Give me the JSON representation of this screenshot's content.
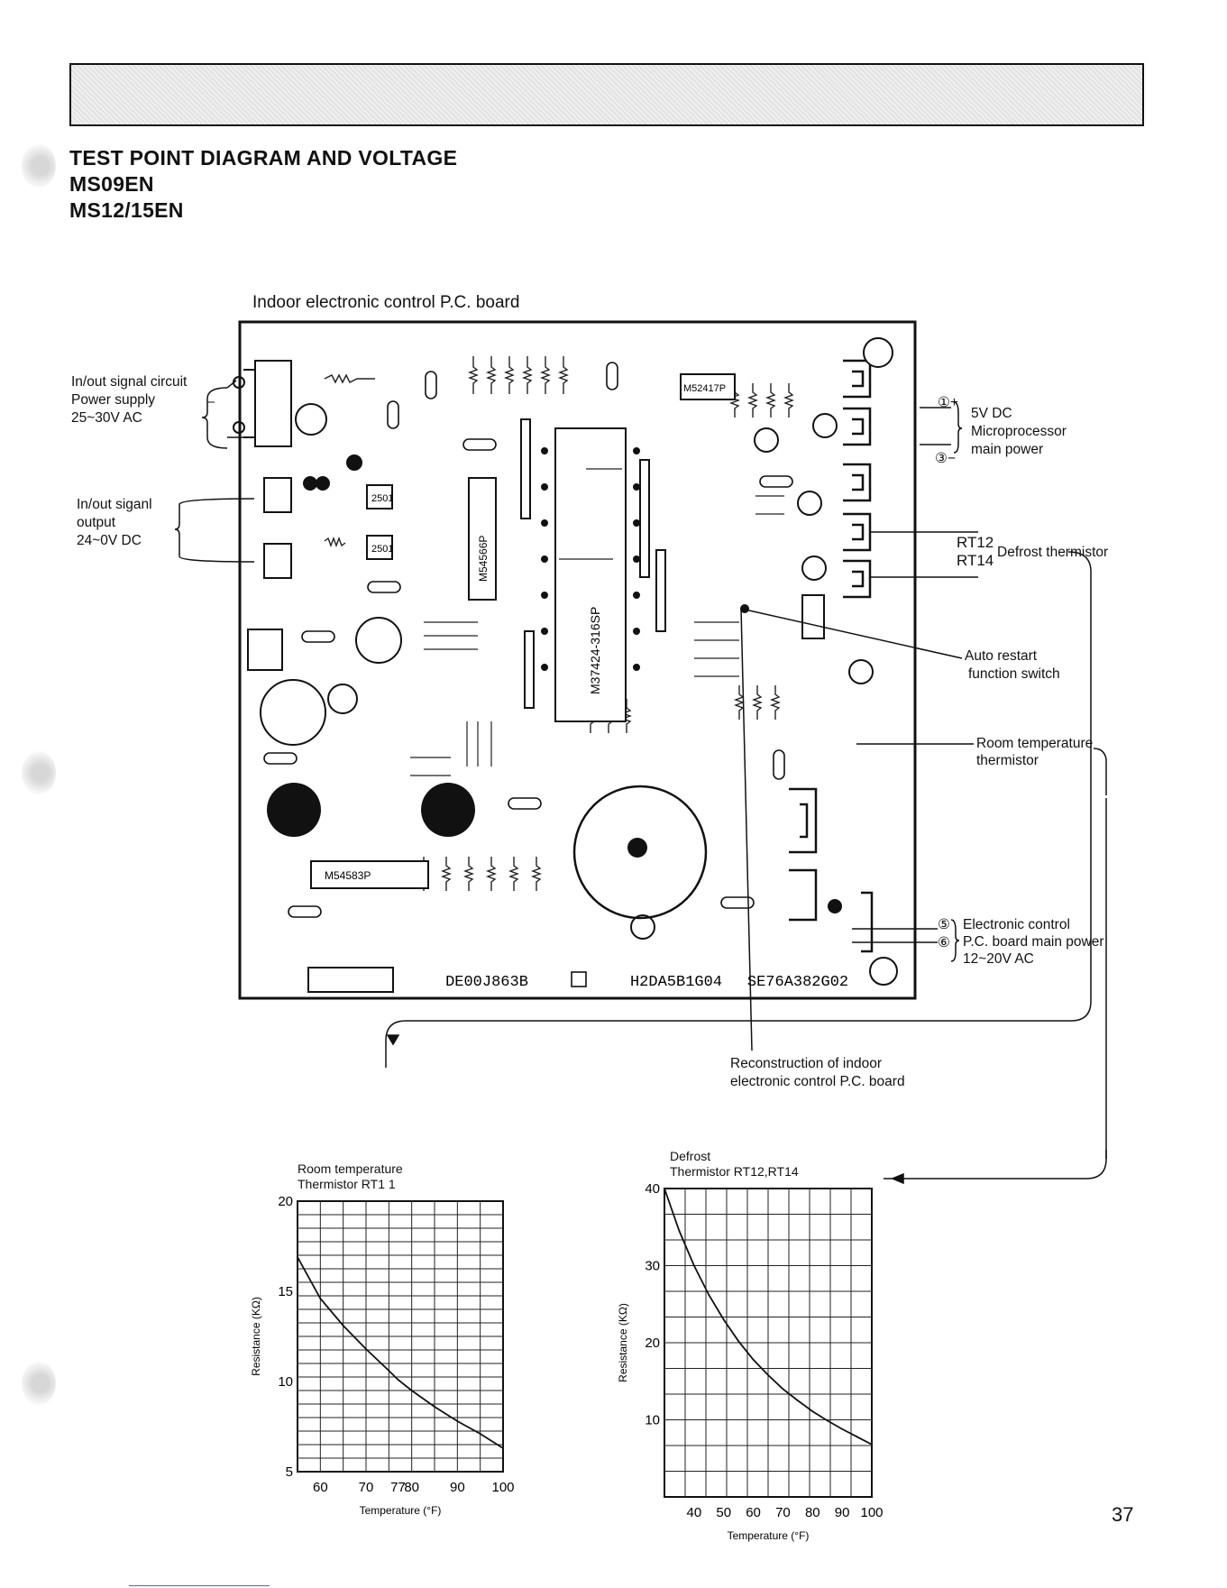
{
  "header": {
    "title_line1": "TEST POINT DIAGRAM AND VOLTAGE",
    "title_line2": "MS09EN",
    "title_line3": "MS12/15EN"
  },
  "board": {
    "label": "Indoor electronic control P.C. board",
    "codes": {
      "left": "DE00J863B",
      "middle": "H2DA5B1G04",
      "right": "SE76A382G02",
      "ic_main": "M37424-316SP",
      "ic_secondary": "M54566P",
      "ic_bottom": "M54583P",
      "ic_top": "M52417P"
    }
  },
  "annotations": {
    "signal_circuit": [
      "In/out signal circuit",
      "Power supply",
      "25~30V AC"
    ],
    "signal_output": [
      "In/out siganl",
      "output",
      "24~0V DC"
    ],
    "microprocessor": {
      "plus": "①+",
      "minus": "③−",
      "lines": [
        "5V DC",
        "Microprocessor",
        "main power"
      ]
    },
    "defrost": {
      "rt12": "RT12",
      "rt14": "RT14",
      "label": "Defrost thermistor"
    },
    "auto_restart": [
      "Auto restart",
      "function switch"
    ],
    "room_temp": [
      "Room temperature",
      "thermistor"
    ],
    "main_power": {
      "m5": "⑤",
      "m6": "⑥",
      "lines": [
        "Electronic control",
        "P.C. board main power",
        "12~20V AC"
      ]
    },
    "reconstruction": [
      "Reconstruction of indoor",
      "electronic control P.C. board"
    ]
  },
  "chart_data": [
    {
      "type": "line",
      "title": "Room temperature Thermistor RT11",
      "title_lines": [
        "Room temperature",
        "Thermistor RT1 1"
      ],
      "xlabel": "Temperature (°F)",
      "ylabel": "Resistance (KΩ)",
      "x_ticks": [
        "60",
        "70",
        "77",
        "80",
        "90",
        "100"
      ],
      "y_ticks": [
        "20",
        "15",
        "10",
        "5"
      ],
      "xlim": [
        55,
        100
      ],
      "ylim": [
        5,
        20
      ],
      "grid": true,
      "series": [
        {
          "x": [
            55,
            60,
            65,
            70,
            75,
            77,
            80,
            85,
            90,
            95,
            100
          ],
          "y": [
            16.9,
            14.6,
            13.1,
            11.8,
            10.6,
            10.1,
            9.5,
            8.6,
            7.8,
            7.1,
            6.3
          ]
        }
      ]
    },
    {
      "type": "line",
      "title": "Defrost Thermistor RT12,RT14",
      "title_lines": [
        "Defrost",
        "Thermistor RT12,RT14"
      ],
      "xlabel": "Temperature (°F)",
      "ylabel": "Resistance (KΩ)",
      "x_ticks": [
        "40",
        "50",
        "60",
        "70",
        "80",
        "90",
        "100"
      ],
      "y_ticks": [
        "40",
        "30",
        "20",
        "10"
      ],
      "xlim": [
        30,
        100
      ],
      "ylim": [
        0,
        40
      ],
      "grid": true,
      "series": [
        {
          "x": [
            30,
            35,
            40,
            45,
            50,
            55,
            60,
            65,
            70,
            75,
            80,
            85,
            90,
            95,
            100
          ],
          "y": [
            40,
            34.5,
            30,
            26.2,
            23,
            20.2,
            17.8,
            15.8,
            14,
            12.5,
            11.1,
            9.9,
            8.8,
            7.8,
            6.8
          ]
        }
      ]
    }
  ],
  "page_number": "37"
}
